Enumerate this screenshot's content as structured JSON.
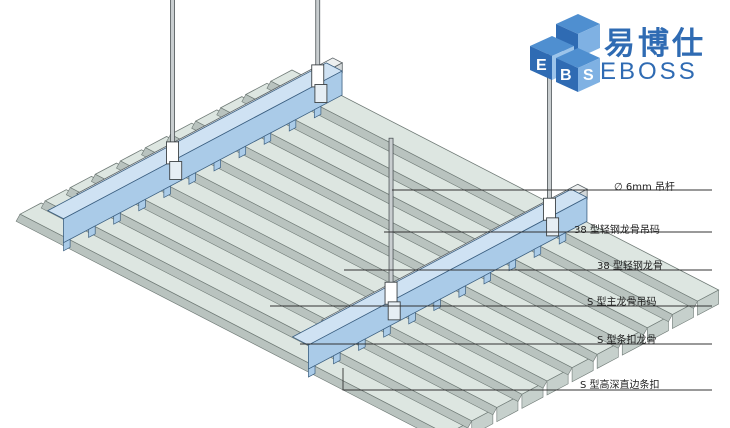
{
  "brand": {
    "name_cn": "易博仕",
    "name_en": "EBOSS",
    "logo_letters": [
      "E",
      "B",
      "S"
    ],
    "color": "#2f6bb3"
  },
  "callouts": [
    {
      "id": "rod",
      "text": "∅ 6mm 吊杆"
    },
    {
      "id": "keel-hanger",
      "text": "38 型轻钢龙骨吊码"
    },
    {
      "id": "keel",
      "text": "38 型轻钢龙骨"
    },
    {
      "id": "main-clip",
      "text": "S 型主龙骨吊码"
    },
    {
      "id": "strip-keel",
      "text": "S 型条扣龙骨"
    },
    {
      "id": "strip-panel",
      "text": "S 型高深直边条扣"
    }
  ],
  "colors": {
    "panel": "#dde6e1",
    "panel_edge": "#6f7a76",
    "carrier": "#aacbe8",
    "keel": "#ecefef",
    "rod": "#c9ced0"
  }
}
